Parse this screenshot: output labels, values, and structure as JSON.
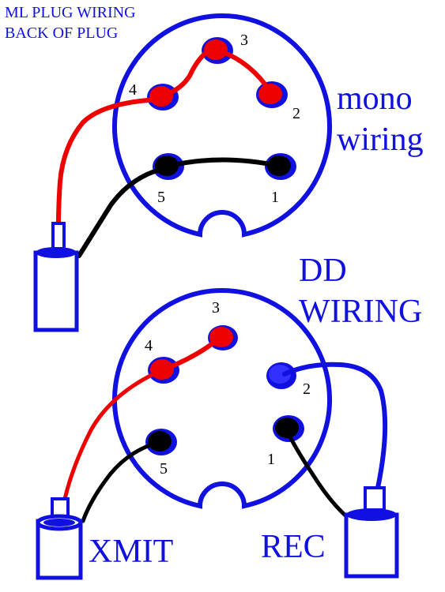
{
  "header": {
    "line1": "ML PLUG WIRING",
    "line2": "BACK OF PLUG"
  },
  "mono": {
    "label_line1": "mono",
    "label_line2": "wiring",
    "pins": [
      "3",
      "4",
      "2",
      "5",
      "1"
    ]
  },
  "dd": {
    "label_line1": "DD",
    "label_line2": "WIRING",
    "pins": [
      "3",
      "4",
      "2",
      "5",
      "1"
    ],
    "xmit_label": "XMIT",
    "rec_label": "REC"
  },
  "colors": {
    "outline": "#1010e0",
    "red_wire": "#ee0000",
    "black_wire": "#000000",
    "blue_wire": "#1010e0"
  }
}
